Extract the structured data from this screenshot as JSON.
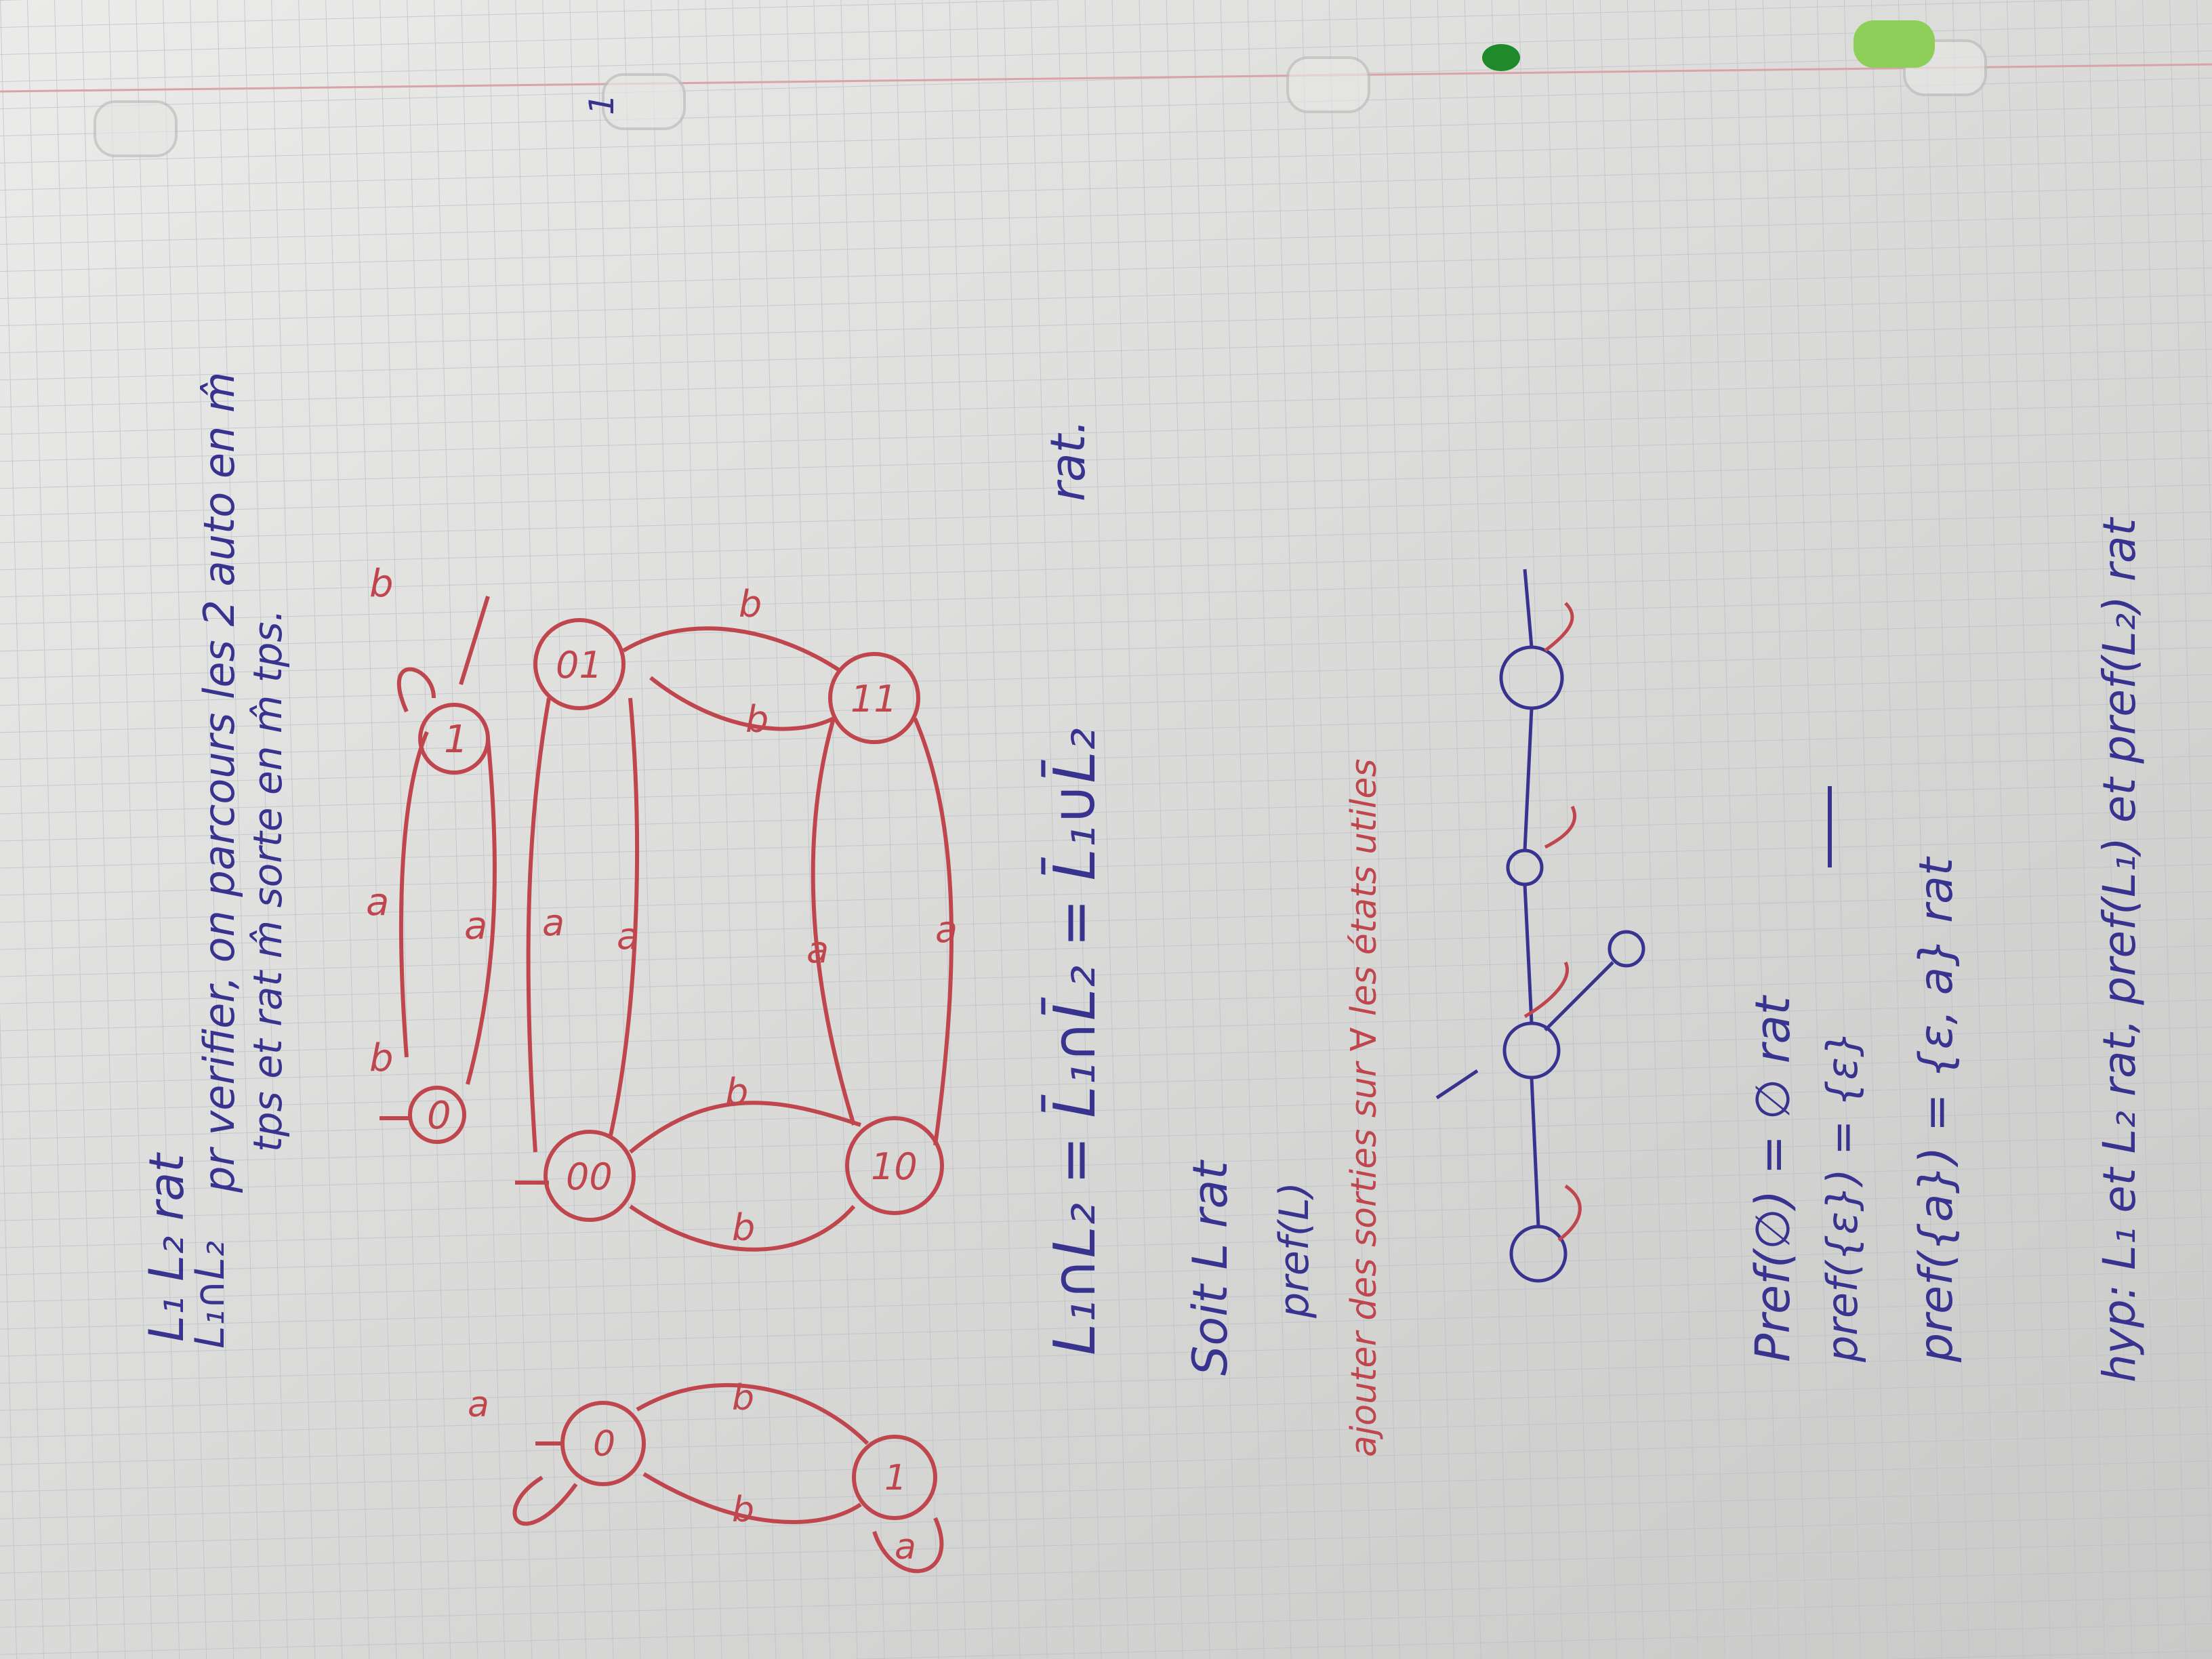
{
  "colors": {
    "paper": "#dcdcdb",
    "grid": "#b9bcc6",
    "margin_line": "#d9a4a8",
    "blue_ink": "#37338f",
    "red_ink": "#c0464e",
    "green_tab": "#8ecf5a"
  },
  "heading": {
    "line1": "L₁ L₂ rat",
    "line2_left": "L₁∩L₂",
    "line2_text": "pr verifier, on parcours les 2 auto en m̂",
    "line3_text": "tps et rat m̂ sorte en m̂ tps."
  },
  "automaton_left": {
    "label": "a",
    "states": [
      "0",
      "1"
    ],
    "edges": [
      "b",
      "b"
    ],
    "loop": "a"
  },
  "automaton_top": {
    "states": [
      "0",
      "1"
    ],
    "labels": [
      "a",
      "a",
      "b",
      "b"
    ]
  },
  "automaton_product": {
    "states": [
      "00",
      "01",
      "10",
      "11"
    ],
    "labels": [
      "a",
      "a",
      "a",
      "a",
      "b",
      "b",
      "b",
      "b"
    ]
  },
  "equation": {
    "left": "L₁∩L₂ = L̄₁∩L̄₂ = L̄₁∪L̄₂",
    "right": "rat."
  },
  "pref_section": {
    "line1": "Soit L rat",
    "line2": "pref(L)",
    "note": "ajouter des sorties sur ∀ les états utiles",
    "pref_empty": "Pref(∅) = ∅ rat",
    "pref_eps": "pref({ε}) = {ε}",
    "pref_a": "pref({a}) = {ε, a} rat",
    "hyp": "hyp: L₁ et L₂ rat, pref(L₁) et pref(L₂) rat"
  },
  "page_number": "1"
}
